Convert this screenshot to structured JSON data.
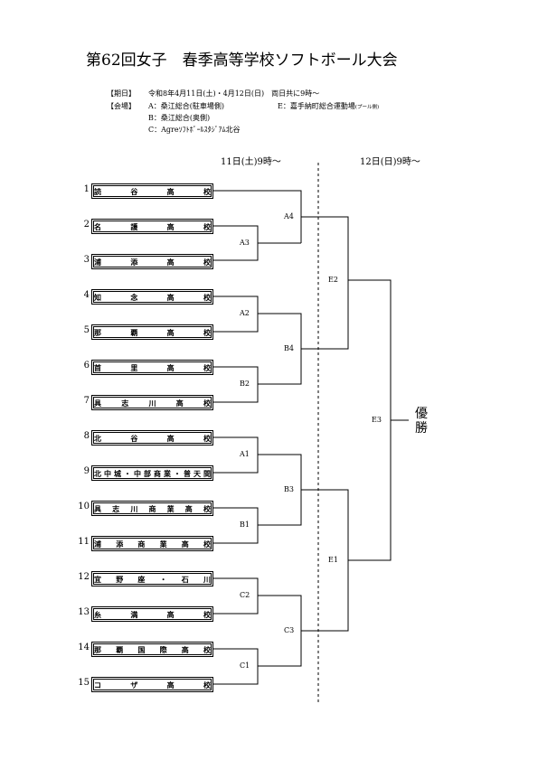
{
  "title": "第62回女子　春季高等学校ソフトボール大会",
  "info": {
    "date_label": "【期日】",
    "date_value": "令和8年4月11日(土)・4月12日(日)　両日共に9時～",
    "venue_label": "【会場】",
    "venue_a": "A：桑江総合(駐車場側)",
    "venue_e": "E：嘉手納町総合運動場",
    "venue_e_note": "(プール側)",
    "venue_b": "B：桑江総合(奥側)",
    "venue_c": "C：Agreｿﾌﾄﾎﾞｰﾙｽﾀｼﾞｱﾑ北谷"
  },
  "day1": "11日(土)9時～",
  "day2": "12日(日)9時～",
  "teams": [
    {
      "num": "1",
      "name": "読谷高校"
    },
    {
      "num": "2",
      "name": "名護高校"
    },
    {
      "num": "3",
      "name": "浦添高校"
    },
    {
      "num": "4",
      "name": "知念高校"
    },
    {
      "num": "5",
      "name": "那覇高校"
    },
    {
      "num": "6",
      "name": "首里高校"
    },
    {
      "num": "7",
      "name": "具志川高校"
    },
    {
      "num": "8",
      "name": "北谷高校"
    },
    {
      "num": "9",
      "name": "北中城・中部商業・普天間"
    },
    {
      "num": "10",
      "name": "具志川商業高校"
    },
    {
      "num": "11",
      "name": "浦添商業高校"
    },
    {
      "num": "12",
      "name": "宜野座・石川"
    },
    {
      "num": "13",
      "name": "糸満高校"
    },
    {
      "num": "14",
      "name": "那覇国際高校"
    },
    {
      "num": "15",
      "name": "コザ高校"
    }
  ],
  "matches": {
    "a4": "A4",
    "a3": "A3",
    "a2": "A2",
    "b4": "B4",
    "b2": "B2",
    "a1": "A1",
    "b3": "B3",
    "b1": "B1",
    "c2": "C2",
    "c3": "C3",
    "c1": "C1",
    "e2": "E2",
    "e1": "E1",
    "e3": "E3"
  },
  "winner": "優勝"
}
